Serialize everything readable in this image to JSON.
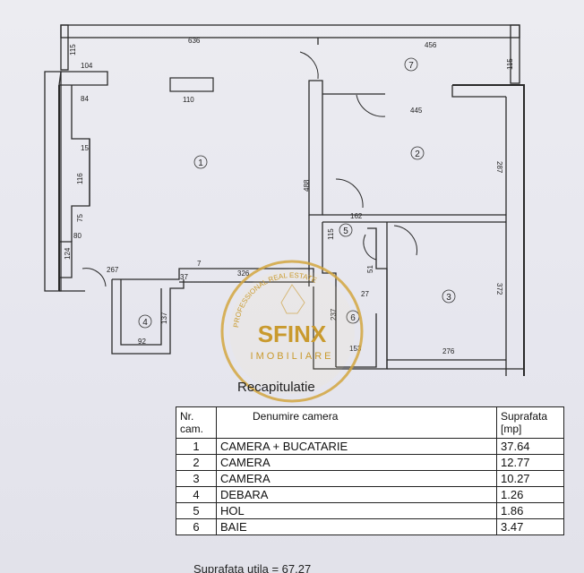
{
  "dimensions": [
    "636",
    "456",
    "115",
    "115",
    "104",
    "84",
    "110",
    "15",
    "116",
    "75",
    "80",
    "124",
    "267",
    "37",
    "7",
    "326",
    "92",
    "137",
    "445",
    "287",
    "488",
    "162",
    "115",
    "51",
    "27",
    "237",
    "153",
    "372",
    "276"
  ],
  "rooms": [
    "1",
    "2",
    "3",
    "4",
    "5",
    "6",
    "7"
  ],
  "logo": {
    "name": "SFINX",
    "subtitle": "IMOBILIARE",
    "arc_text": "PROFESSIONAL REAL ESTATE"
  },
  "recap": {
    "title": "Recapitulatie",
    "headers": {
      "nr": "Nr. cam.",
      "name": "Denumire camera",
      "area": "Suprafata [mp]"
    },
    "rows": [
      {
        "nr": "1",
        "name": "CAMERA + BUCATARIE",
        "area": "37.64"
      },
      {
        "nr": "2",
        "name": "CAMERA",
        "area": "12.77"
      },
      {
        "nr": "3",
        "name": "CAMERA",
        "area": "10.27"
      },
      {
        "nr": "4",
        "name": "DEBARA",
        "area": "1.26"
      },
      {
        "nr": "5",
        "name": "HOL",
        "area": "1.86"
      },
      {
        "nr": "6",
        "name": "BAIE",
        "area": "3.47"
      }
    ],
    "footer": "Suprafata utila = 67.27"
  }
}
